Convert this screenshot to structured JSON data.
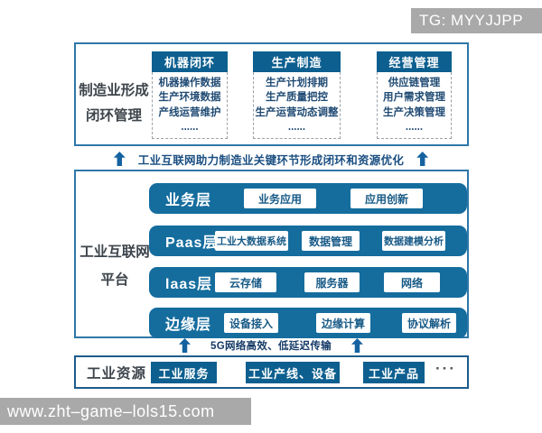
{
  "badge": {
    "text": "TG: MYYJJPP"
  },
  "watermark": {
    "text": "www.zht–game–lols15.com"
  },
  "top_section": {
    "label_line1": "制造业形成",
    "label_line2": "闭环管理",
    "columns": [
      {
        "header": "机器闭环",
        "items": [
          "机器操作数据",
          "生产环境数据",
          "产线运营维护",
          "......"
        ]
      },
      {
        "header": "生产制造",
        "items": [
          "生产计划排期",
          "生产质量把控",
          "生产运营动态调整",
          "......"
        ]
      },
      {
        "header": "经营管理",
        "items": [
          "供应链管理",
          "用户需求管理",
          "生产决策管理",
          "......"
        ]
      }
    ]
  },
  "arrow_caption_top": "工业互联网助力制造业关键环节形成闭环和资源优化",
  "platform_section": {
    "label_line1": "工业互联网",
    "label_line2": "平台",
    "rows": [
      {
        "layer": "业务层",
        "boxes": [
          "业务应用",
          "应用创新"
        ]
      },
      {
        "layer": "Paas层",
        "boxes": [
          "工业大数据系统",
          "数据管理",
          "数据建模分析"
        ]
      },
      {
        "layer": "laas层",
        "boxes": [
          "云存储",
          "服务器",
          "网络"
        ]
      },
      {
        "layer": "边缘层",
        "boxes": [
          "设备接入",
          "边缘计算",
          "协议解析"
        ]
      }
    ]
  },
  "arrow_caption_bottom": "5G网络高效、低延迟传输",
  "bottom_section": {
    "label": "工业资源",
    "boxes": [
      "工业服务",
      "工业产线、设备",
      "工业产品"
    ],
    "ellipsis": "···"
  },
  "colors": {
    "header_blue": "#0d5f8f",
    "row_blue": "#156d9e",
    "border_blue": "#2e77a8",
    "dark_border_blue": "#1d5c8c",
    "box_text_blue": "#175a86",
    "item_text_blue": "#1f4a73",
    "caption_blue": "#1b4f82",
    "label_gray": "#3d444b",
    "badge_gray": "#a9a9a9"
  }
}
